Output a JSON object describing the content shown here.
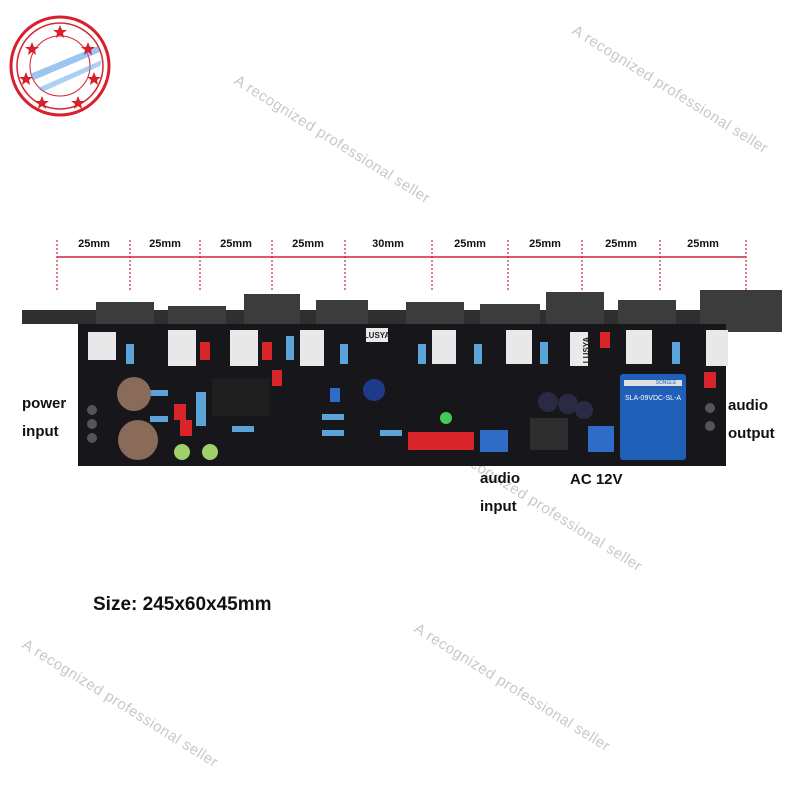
{
  "watermark_text": "A recognized professional seller",
  "dimensions": [
    "25mm",
    "25mm",
    "25mm",
    "25mm",
    "30mm",
    "25mm",
    "25mm",
    "25mm",
    "25mm"
  ],
  "labels": {
    "power_input": [
      "power",
      "input"
    ],
    "audio_output": [
      "audio",
      "output"
    ],
    "audio_input": [
      "audio",
      "input"
    ],
    "ac": "AC 12V"
  },
  "size": "Size: 245x60x45mm",
  "board_text": {
    "lusya_1": "LUSYA",
    "lusya_2": "LUSYA",
    "relay": "SLA-09VDC-SL-A",
    "relay_brand": "SONGLE"
  },
  "colors": {
    "board": "#17171b",
    "heatsink": "#3a3a3a",
    "dimension_line": "#d0243a",
    "relay": "#1f5fb8"
  }
}
